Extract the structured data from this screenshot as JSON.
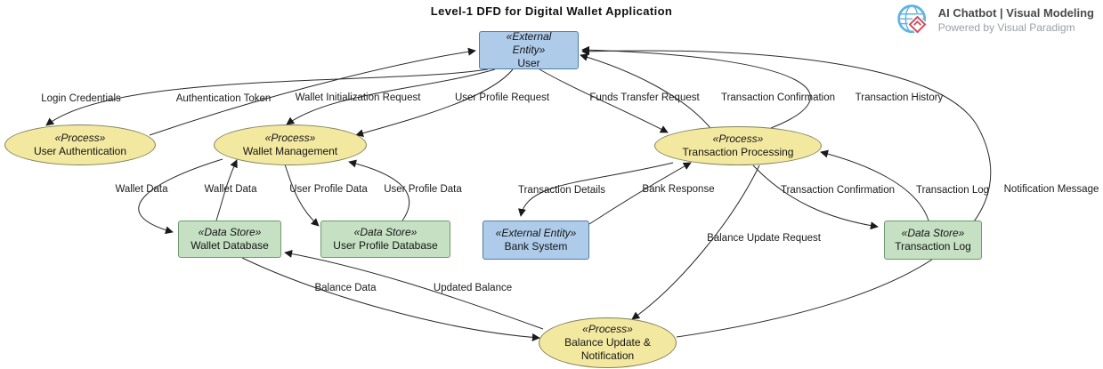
{
  "title": "Level-1 DFD for Digital Wallet Application",
  "branding": {
    "name": "AI Chatbot | Visual Modeling",
    "tagline": "Powered by Visual Paradigm",
    "logo_icons": [
      "globe-icon",
      "vp-diamond-icon"
    ]
  },
  "colors": {
    "external_entity_fill": "#aecbea",
    "external_entity_border": "#4e7da8",
    "process_fill": "#f2e8a0",
    "process_border": "#82825c",
    "data_store_fill": "#c5e0c3",
    "data_store_border": "#6f9a6e",
    "connector": "#1a1a1a",
    "logo_blue": "#5fb3e4",
    "logo_red": "#d05060"
  },
  "nodes": {
    "user": {
      "stereotype": "«External Entity»",
      "name": "User",
      "type": "external-entity"
    },
    "bankSystem": {
      "stereotype": "«External Entity»",
      "name": "Bank System",
      "type": "external-entity"
    },
    "userAuth": {
      "stereotype": "«Process»",
      "name": "User Authentication",
      "type": "process"
    },
    "walletMgmt": {
      "stereotype": "«Process»",
      "name": "Wallet Management",
      "type": "process"
    },
    "transProc": {
      "stereotype": "«Process»",
      "name": "Transaction Processing",
      "type": "process"
    },
    "balanceUpdate": {
      "stereotype": "«Process»",
      "name": "Balance Update & Notification",
      "type": "process"
    },
    "walletDB": {
      "stereotype": "«Data Store»",
      "name": "Wallet Database",
      "type": "data-store"
    },
    "userProfileDB": {
      "stereotype": "«Data Store»",
      "name": "User Profile Database",
      "type": "data-store"
    },
    "transactionLog": {
      "stereotype": "«Data Store»",
      "name": "Transaction Log",
      "type": "data-store"
    }
  },
  "flows": {
    "login": {
      "label": "Login Credentials",
      "from": "User",
      "to": "User Authentication"
    },
    "authToken": {
      "label": "Authentication Token",
      "from": "User Authentication",
      "to": "User"
    },
    "walletInit": {
      "label": "Wallet Initialization Request",
      "from": "User",
      "to": "Wallet Management"
    },
    "userProfileReq": {
      "label": "User Profile Request",
      "from": "User",
      "to": "Wallet Management"
    },
    "fundsTransfer": {
      "label": "Funds Transfer Request",
      "from": "User",
      "to": "Transaction Processing"
    },
    "transConfirmUser": {
      "label": "Transaction Confirmation",
      "from": "Transaction Processing",
      "to": "User"
    },
    "transHistory": {
      "label": "Transaction History",
      "from": "Transaction Processing",
      "to": "User"
    },
    "walletData1": {
      "label": "Wallet Data",
      "from": "Wallet Management",
      "to": "Wallet Database"
    },
    "walletData2": {
      "label": "Wallet Data",
      "from": "Wallet Database",
      "to": "Wallet Management"
    },
    "userProfileData1": {
      "label": "User Profile Data",
      "from": "Wallet Management",
      "to": "User Profile Database"
    },
    "userProfileData2": {
      "label": "User Profile Data",
      "from": "User Profile Database",
      "to": "Wallet Management"
    },
    "transDetails": {
      "label": "Transaction Details",
      "from": "Transaction Processing",
      "to": "Bank System"
    },
    "bankResponse": {
      "label": "Bank Response",
      "from": "Bank System",
      "to": "Transaction Processing"
    },
    "transConfirmLog": {
      "label": "Transaction Confirmation",
      "from": "Transaction Processing",
      "to": "Transaction Log"
    },
    "transLogFlow": {
      "label": "Transaction Log",
      "from": "Transaction Log",
      "to": "Transaction Processing"
    },
    "balanceUpdateReq": {
      "label": "Balance Update Request",
      "from": "Transaction Processing",
      "to": "Balance Update & Notification"
    },
    "balanceData": {
      "label": "Balance Data",
      "from": "Wallet Database",
      "to": "Balance Update & Notification"
    },
    "updatedBalance": {
      "label": "Updated Balance",
      "from": "Balance Update & Notification",
      "to": "Wallet Database"
    },
    "notificationMsg": {
      "label": "Notification Message",
      "from": "Balance Update & Notification",
      "to": "User"
    }
  }
}
